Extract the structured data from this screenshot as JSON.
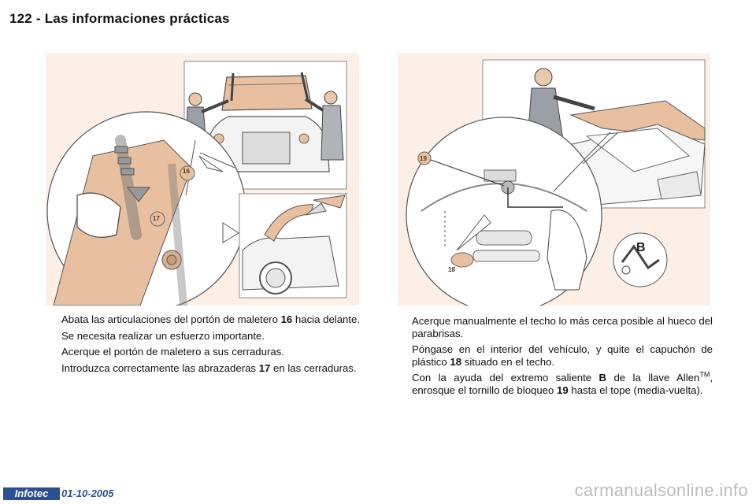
{
  "header": {
    "page_number": "122",
    "separator": "-",
    "title": "Las informaciones prácticas"
  },
  "left_figure": {
    "labels": [
      "16",
      "17"
    ]
  },
  "right_figure": {
    "labels": [
      "19",
      "18",
      "B"
    ]
  },
  "left_text": {
    "bullet": "",
    "item1_before": "Abata las articulaciones del portón de maletero ",
    "item1_bold": "16",
    "item1_after": " hacia delante.",
    "note": "Se necesita realizar un esfuerzo importante.",
    "item2": "Acerque el portón de maletero a sus cerraduras.",
    "item3_before": "Introduzca correctamente las abrazaderas ",
    "item3_bold": "17",
    "item3_after": " en las cerraduras."
  },
  "right_text": {
    "item1": "Acerque manualmente el techo lo más cerca posible al hueco del parabrisas.",
    "item2_before": "Póngase en el interior del vehículo, y quite el capuchón de plástico ",
    "item2_bold": "18",
    "item2_after": " situado en el techo.",
    "item3_before": "Con la ayuda del extremo saliente ",
    "item3_bold": "B",
    "item3_mid": " de la llave Allen",
    "item3_sup": "TM",
    "item3_after": ", enrosque el tornillo de bloqueo ",
    "item3_bold2": "19",
    "item3_end": " hasta el tope (media-vuelta)."
  },
  "footer": {
    "badge": "Infotec",
    "date": "01-10-2005",
    "watermark": "carmanualsonline.info"
  }
}
